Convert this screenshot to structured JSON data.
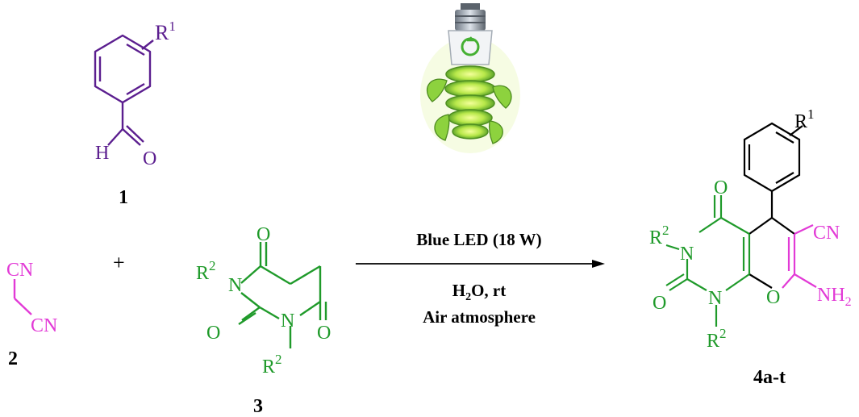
{
  "colors": {
    "aldehyde": "#5b1e8f",
    "malononitrile": "#e23ad6",
    "barbiturate": "#1f9a2a",
    "text": "#000000"
  },
  "icons": [
    "eco-light-bulb-icon",
    "reaction-arrow-icon"
  ],
  "compound_1": {
    "substituent": "R",
    "substituent_sup": "1",
    "h_label": "H",
    "o_label": "O",
    "number": "1"
  },
  "compound_2": {
    "cn_top": "CN",
    "cn_bottom": "CN",
    "number": "2"
  },
  "plus": "+",
  "compound_3": {
    "o_top": "O",
    "o_left": "O",
    "o_right": "O",
    "n_top": "N",
    "n_bottom": "N",
    "r_top": "R",
    "r_top_sup": "2",
    "r_bottom": "R",
    "r_bottom_sup": "2",
    "number": "3"
  },
  "conditions": {
    "above": "Blue LED (18 W)",
    "solvent_main": "H",
    "solvent_sub": "2",
    "solvent_rest": "O, rt",
    "atmosphere": "Air atmosphere"
  },
  "product": {
    "aryl_r": "R",
    "aryl_r_sup": "1",
    "o_top": "O",
    "o_left": "O",
    "o_ring": "O",
    "n_top": "N",
    "n_bottom": "N",
    "r_top": "R",
    "r_top_sup": "2",
    "r_bottom": "R",
    "r_bottom_sup": "2",
    "cn": "CN",
    "nh": "NH",
    "nh_sub": "2",
    "label": "4a-t"
  }
}
